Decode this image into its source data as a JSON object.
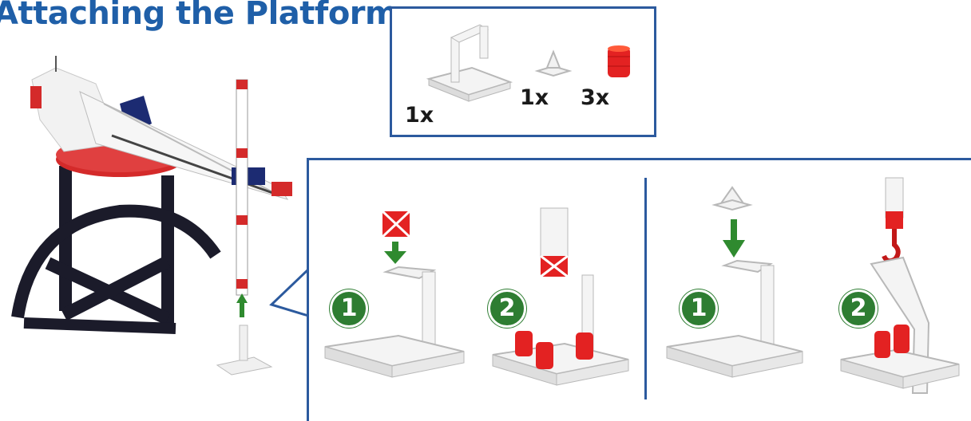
{
  "heading": {
    "title": "Attaching the Platform"
  },
  "parts": {
    "items": [
      {
        "name": "platform-base",
        "qty": "1x"
      },
      {
        "name": "hook-clip",
        "qty": "1x"
      },
      {
        "name": "red-barrel",
        "qty": "3x"
      }
    ]
  },
  "steps": {
    "left": [
      {
        "number": "1"
      },
      {
        "number": "2"
      }
    ],
    "right": [
      {
        "number": "1"
      },
      {
        "number": "2"
      }
    ]
  },
  "colors": {
    "title": "#1f5fa8",
    "frame": "#2c5a9e",
    "badge": "#2e7d32",
    "barrel": "#e32222",
    "arrow": "#2f8a2f"
  }
}
